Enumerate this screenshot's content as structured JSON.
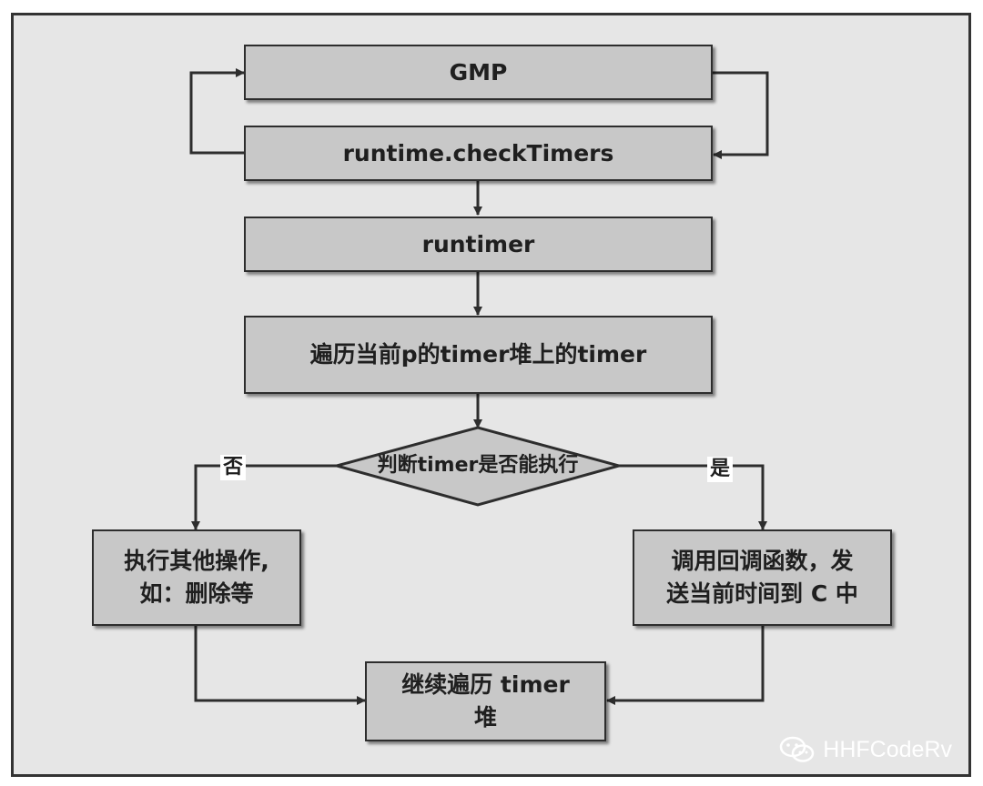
{
  "nodes": {
    "gmp": "GMP",
    "check_timers": "runtime.checkTimers",
    "runtimer": "runtimer",
    "traverse": "遍历当前p的timer堆上的timer",
    "decision": "判断timer是否能执行",
    "no_action_line1": "执行其他操作,",
    "no_action_line2": "如：删除等",
    "yes_action_line1": "调用回调函数，发",
    "yes_action_line2": "送当前时间到 C 中",
    "continue_line1": "继续遍历 timer",
    "continue_line2": "堆"
  },
  "labels": {
    "no": "否",
    "yes": "是"
  },
  "watermark": {
    "text": "HHFCodeRv",
    "icon": "wechat-icon"
  }
}
